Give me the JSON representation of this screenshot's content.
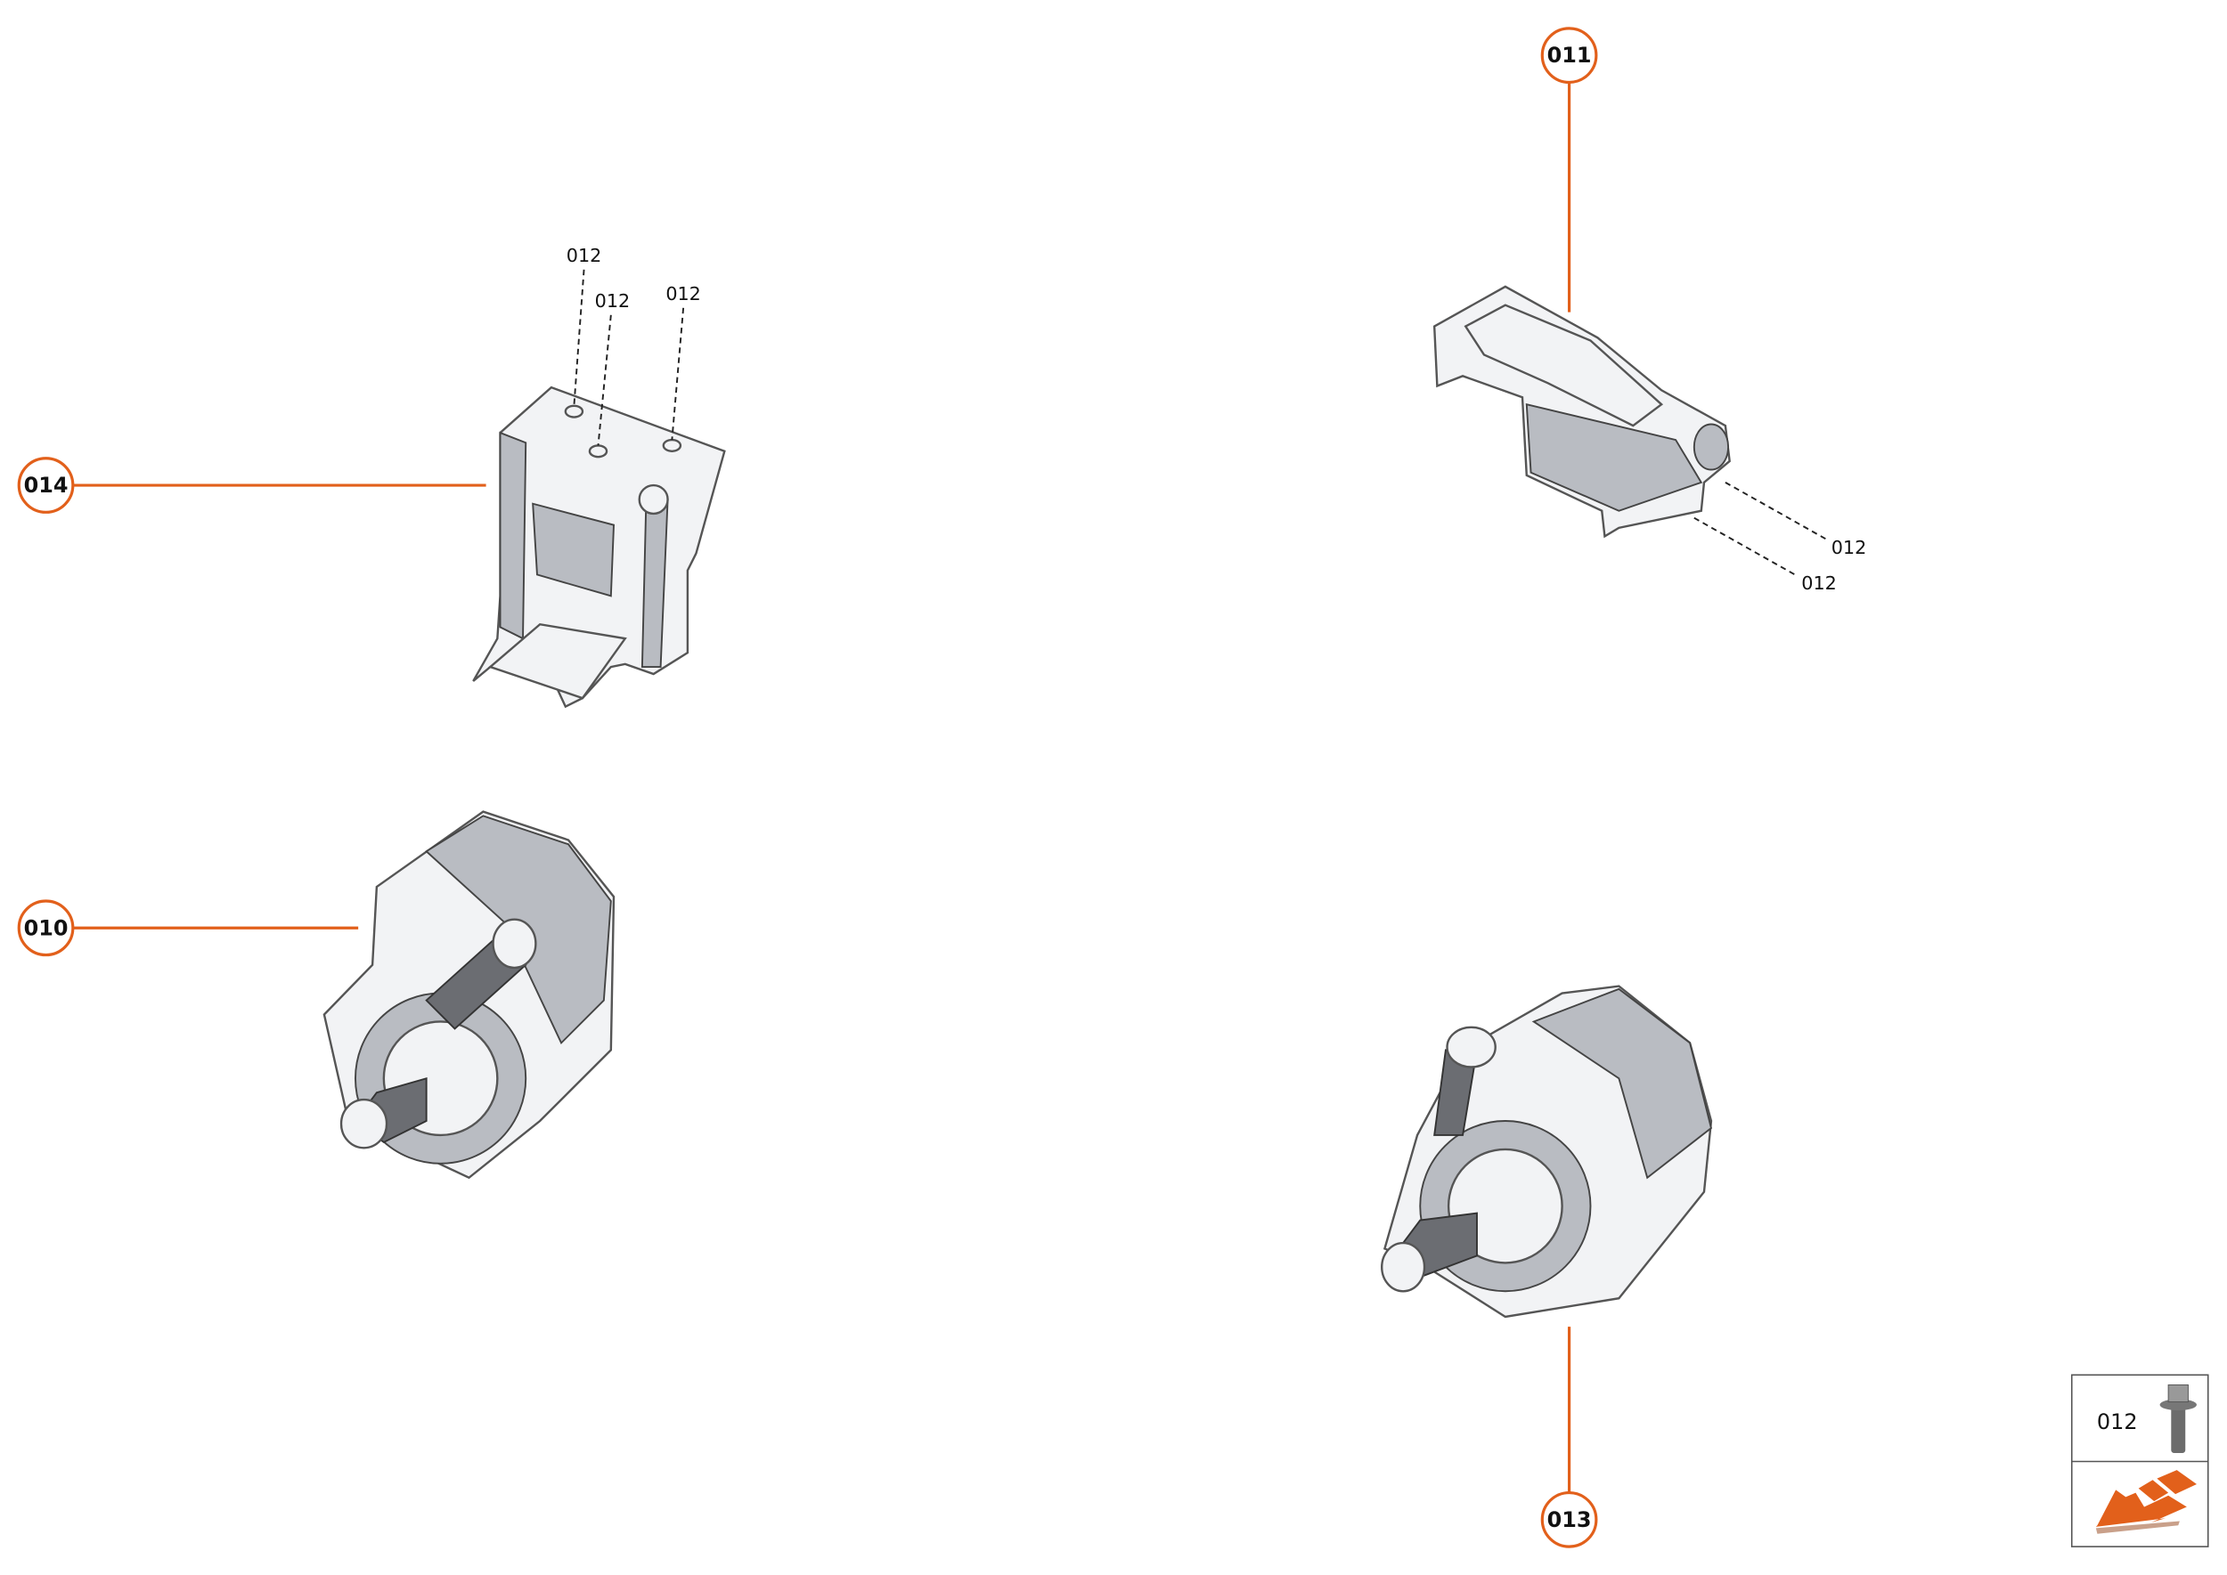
{
  "callouts": {
    "c010": "010",
    "c011": "011",
    "c013": "013",
    "c014": "014"
  },
  "references": {
    "r1": "012",
    "r2": "012",
    "r3": "012",
    "r4": "012",
    "r5": "012"
  },
  "legend": {
    "part_number": "012",
    "part_icon": "flange-bolt-icon",
    "direction_icon": "orange-arrow-icon"
  },
  "colors": {
    "accent": "#e2601b"
  }
}
